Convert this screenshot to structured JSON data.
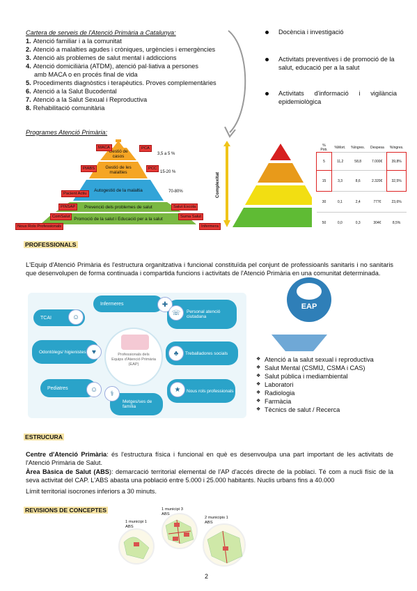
{
  "cartera": {
    "title": "Cartera de serveis de l'Atenció Primària a Catalunya:",
    "items": [
      {
        "num": "1.",
        "text": "Atenció familiar i a la comunitat"
      },
      {
        "num": "2.",
        "text": "Atenció a malalties agudes i cròniques, urgències i emergències"
      },
      {
        "num": "3.",
        "text": "Atenció als problemes de salut mental i addiccions"
      },
      {
        "num": "4.",
        "text": "Atenció domiciliària (ATDM), atenció pal·liativa a persones"
      },
      {
        "num": "",
        "text": "amb MACA o en procés final de vida"
      },
      {
        "num": "5.",
        "text": "Procediments diagnòstics i terapèutics. Proves complementàries"
      },
      {
        "num": "6.",
        "text": "Atenció a la Salut Bucodental"
      },
      {
        "num": "7.",
        "text": "Atenció a la Salut Sexual i Reproductiva"
      },
      {
        "num": "8.",
        "text": "Rehabilitació comunitària"
      }
    ],
    "right_items": [
      "Docència i investigació",
      "Activitats preventives i de promoció de la salut, educació per a la salut",
      "Activitats d'informació i vigilància epidemiològica"
    ]
  },
  "programes": {
    "title": "Programes Atenció Primària:",
    "layers": [
      {
        "label": "Gestió de casos",
        "pct": "3,5 a 5 %",
        "color": "#f5a524"
      },
      {
        "label": "Gestió de les malalties",
        "pct": "15-20 %",
        "color": "#f5a524"
      },
      {
        "label": "Autogestió de la malaltia",
        "pct": "70-80%",
        "color": "#32a4d8"
      },
      {
        "label": "Prevenció dels problemes de salut",
        "pct": "",
        "color": "#7ab842"
      },
      {
        "label": "Promoció de la salut i Educació per a la salut",
        "pct": "",
        "color": "#7ab842"
      }
    ],
    "tags": [
      "MACA",
      "PCA",
      "PIABS",
      "PCC",
      "Pacient Actiu",
      "PINSAP",
      "Salut Escola",
      "ComSalut",
      "Suma Salut",
      "Nous Rols Professionals",
      "Infermera"
    ],
    "complexitat_label": "Complexitat",
    "table_headers": [
      "% Pob.",
      "%Mort.",
      "%Ingres.",
      "Despesa",
      "%Ingres."
    ],
    "table_rows": [
      [
        "5",
        "11,2",
        "58,8",
        "7.000€",
        "39,8%"
      ],
      [
        "15",
        "3,3",
        "8,6",
        "2.320€",
        "32,5%"
      ],
      [
        "30",
        "0,1",
        "2,4",
        "777€",
        "23,6%"
      ],
      [
        "50",
        "0,0",
        "0,3",
        "304€",
        "8,5%"
      ]
    ]
  },
  "professionals": {
    "heading": "PROFESSIONALS",
    "paragraph": "L'Equip d'Atenció Primària és l'estructura organitzativa i funcional constituïda pel conjunt de professioanls sanitaris i no sanitaris que desenvolupen de forma continuada i compartida funcions i activitats de l'Atenció Primària en una comunitat determinada.",
    "bubbles": [
      "TCAI",
      "Infermeres",
      "Personal atenció ciutadana",
      "Odontòlegs/ higienistes",
      "Treballadores socials",
      "Pediatres",
      "Metges/ses de família",
      "Nous rols professionals"
    ],
    "center_text": "Professionals dels Equips d'Atenció Primària (EAP)",
    "eap_label": "EAP",
    "list": [
      "Atenció a la salut sexual i reproductiva",
      "Salut Mental (CSMIJ, CSMA i CAS)",
      "Salut pública i mediambiental",
      "Laboratori",
      "Radiologia",
      "Farmàcia",
      "Tècnics de salut / Recerca"
    ]
  },
  "estructura": {
    "heading": "ESTRUCURA",
    "p1_bold": "Centre d'Atenció Primària",
    "p1_rest": ": és l'estructura física i funcional en què es desenvoulpa una part important de les activitats de l'Atenció Primària de Salut.",
    "p2_bold": "Àrea Bàsica de Salut (ABS",
    "p2_rest": "): demarcació territorial elemental de l'AP d'accés directe de la poblaci. Té com a nucli físic de la seva activitat del CAP. L'ABS abasta una població entre 5.000 i 25.000 habitants. Nuclis urbans fins a 40.000",
    "p2_line3": "Límit territorial isocrones inferiors a 30 minuts."
  },
  "revisions": {
    "heading": "REVISIONS DE CONCEPTES",
    "map_labels": [
      "1 municipi 1 ABS",
      "1 municipi 3 ABS",
      "2 municipis 1 ABS"
    ]
  },
  "page_number": "2"
}
